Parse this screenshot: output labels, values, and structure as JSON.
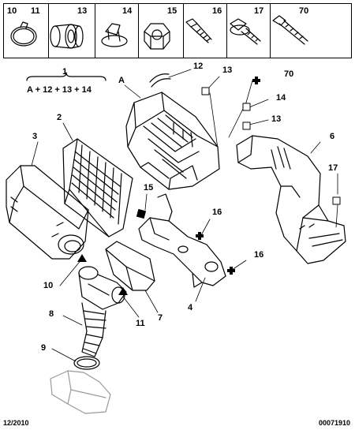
{
  "legend": {
    "cells": [
      {
        "numbers": [
          "10",
          "11"
        ]
      },
      {
        "numbers": [
          "13"
        ]
      },
      {
        "numbers": [
          "14"
        ]
      },
      {
        "numbers": [
          "15"
        ]
      },
      {
        "numbers": [
          "16"
        ]
      },
      {
        "numbers": [
          "17"
        ]
      },
      {
        "numbers": [
          "70"
        ]
      }
    ]
  },
  "kit": {
    "number": "1",
    "formula": "A + 12 + 13 + 14"
  },
  "callouts": {
    "A": "A",
    "c12": "12",
    "c13a": "13",
    "c70": "70",
    "c14": "14",
    "c13b": "13",
    "c2": "2",
    "c3": "3",
    "c6": "6",
    "c15": "15",
    "c16a": "16",
    "c17": "17",
    "c16b": "16",
    "c10": "10",
    "c4": "4",
    "c8": "8",
    "c11": "11",
    "c7": "7",
    "c9": "9"
  },
  "footer": {
    "date": "12/2010",
    "ref": "00071910"
  }
}
